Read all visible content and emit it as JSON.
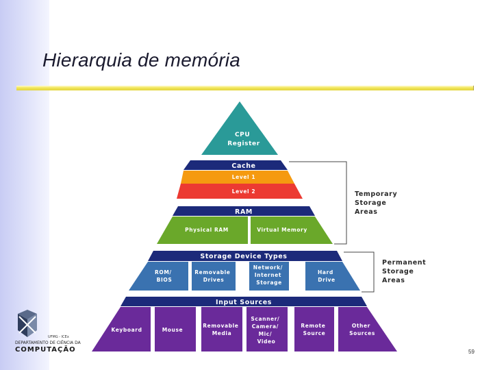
{
  "slide": {
    "title": "Hierarquia de memória",
    "page_number": "59"
  },
  "logo": {
    "small_text": "UFMG - ICEx",
    "dept_text": "DEPARTAMENTO DE CIÊNCIA DA",
    "comp_text": "COMPUTAÇÃO"
  },
  "pyramid": {
    "cpu": [
      "CPU",
      "Register"
    ],
    "cache_header": "Cache",
    "cache_level1": "Level 1",
    "cache_level2": "Level 2",
    "ram_header": "RAM",
    "ram_physical": "Physical RAM",
    "ram_virtual": "Virtual Memory",
    "storage_header": "Storage Device Types",
    "storage_items": [
      [
        "ROM/",
        "BIOS"
      ],
      [
        "Removable",
        "Drives"
      ],
      [
        "Network/",
        "Internet",
        "Storage"
      ],
      [
        "Hard",
        "Drive"
      ]
    ],
    "input_header": "Input Sources",
    "input_items": [
      [
        "Keyboard"
      ],
      [
        "Mouse"
      ],
      [
        "Removable",
        "Media"
      ],
      [
        "Scanner/",
        "Camera/",
        "Mic/",
        "Video"
      ],
      [
        "Remote",
        "Source"
      ],
      [
        "Other",
        "Sources"
      ]
    ]
  },
  "side_labels": {
    "temporary": [
      "Temporary",
      "Storage",
      "Areas"
    ],
    "permanent": [
      "Permanent",
      "Storage",
      "Areas"
    ]
  },
  "colors": {
    "navy": "#1c2a7a",
    "cpu_teal": "#2a9a98",
    "cache_level1": "#f59a10",
    "cache_level2": "#ec3a32",
    "ram_green": "#6aa82a",
    "storage_blue": "#3a72b0",
    "input_purple": "#6a2a9a"
  }
}
